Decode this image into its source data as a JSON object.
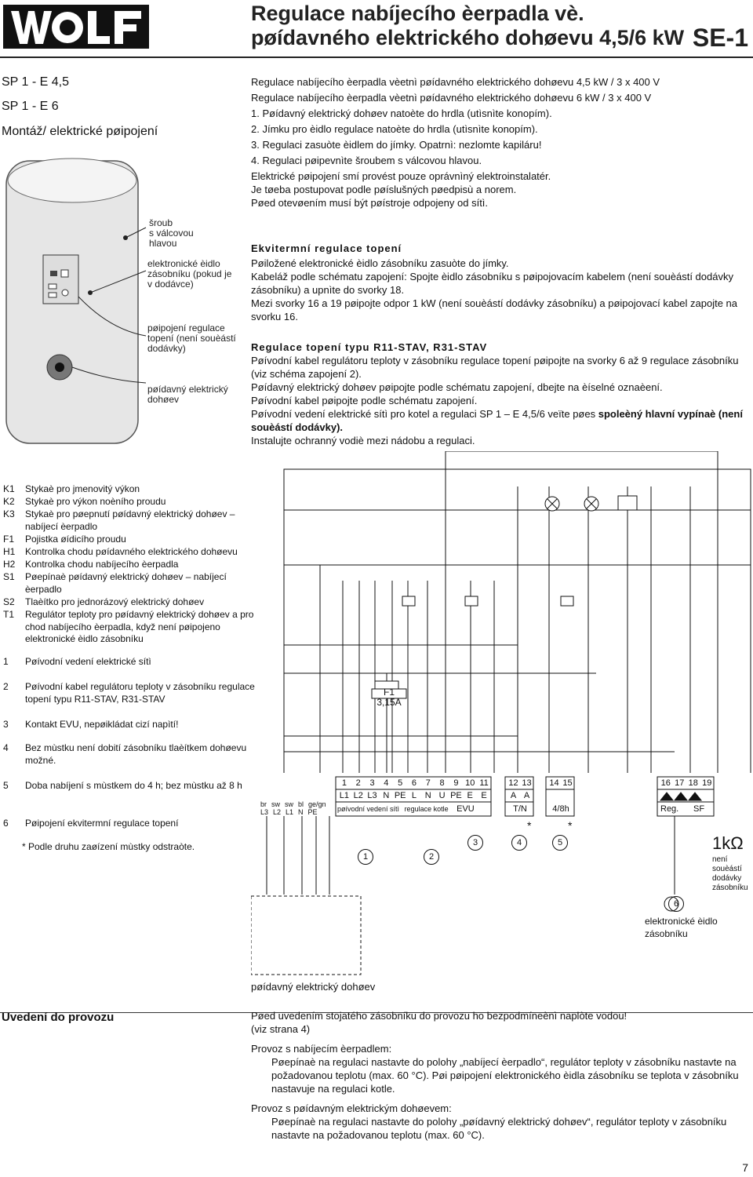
{
  "header": {
    "title_line1": "Regulace nabíjecího èerpadla vè.",
    "title_line2": "pøídavného elektrického dohøevu 4,5/6 kW",
    "doc_code": "SE-1"
  },
  "left_headings": [
    "SP 1 - E 4,5",
    "SP 1 - E 6",
    "Montáž/ elektrické pøipojení"
  ],
  "tank_labels": {
    "screw": [
      "šroub",
      "s válcovou",
      "hlavou"
    ],
    "sensor": [
      "elektronické èidlo",
      "zásobníku (pokud je",
      "v dodávce)"
    ],
    "control": [
      "pøipojení regulace",
      "topení (není souèástí",
      "dodávky)"
    ],
    "heater": [
      "pøídavný elektrický",
      "dohøev"
    ]
  },
  "intro": [
    "Regulace nabíjecího èerpadla vèetnì pøídavného elektrického dohøevu 4,5 kW / 3 x 400 V",
    "Regulace nabíjecího èerpadla vèetnì pøídavného elektrického dohøevu      6 kW / 3 x 400 V",
    "1. Pøídavný elektrický dohøev natoète do hrdla (utìsnìte konopím).",
    "2. Jímku pro èidlo regulace natoète do hrdla (utìsnìte konopím).",
    "3. Regulaci zasuòte èidlem do jímky. Opatrnì: nezlomte kapiláru!",
    "4. Regulaci pøipevnìte šroubem s válcovou hlavou.",
    "Elektrické pøipojení smí provést pouze oprávnìný elektroinstalatér.",
    "Je tøeba postupovat podle pøíslušných pøedpisù a norem.",
    "Pøed otevøením musí být pøístroje odpojeny od sítì."
  ],
  "ekviterm": {
    "heading": "Ekvitermní regulace topení",
    "p1": "Pøiložené elektronické èidlo zásobníku zasuòte do jímky.",
    "p2": "Kabeláž podle schématu zapojení: Spojte èidlo zásobníku s pøipojovacím kabelem (není souèástí dodávky zásobníku) a upnìte do svorky 18.",
    "p3": "Mezi svorky 16 a 19 pøipojte odpor 1 kW (není souèástí dodávky zásobníku) a pøipojovací kabel zapojte na svorku 16."
  },
  "stav": {
    "heading": "Regulace topení typu R11-STAV, R31-STAV",
    "p1": "Pøívodní kabel regulátoru teploty v zásobníku regulace topení pøipojte na svorky 6 až 9 regulace zásobníku (viz schéma zapojení 2).",
    "p2": "Pøídavný elektrický dohøev pøipojte podle schématu zapojení, dbejte na èíselné oznaèení.",
    "p3": "Pøívodní kabel pøipojte podle schématu zapojení.",
    "p4_a": "Pøívodní vedení elektrické sítì pro kotel a regulaci SP 1 – E 4,5/6 veïte pøes ",
    "p4_b": "spoleèný hlavní vypínaè (není souèástí dodávky).",
    "p5": "Instalujte ochranný vodiè mezi nádobu a regulaci."
  },
  "legend": [
    {
      "k": "K1",
      "t": "Stykaè pro jmenovitý výkon"
    },
    {
      "k": "K2",
      "t": "Stykaè pro výkon noèního proudu"
    },
    {
      "k": "K3",
      "t": "Stykaè pro pøepnutí pøídavný elektrický dohøev – nabíjecí èerpadlo"
    },
    {
      "k": "F1",
      "t": "Pojistka øídicího proudu"
    },
    {
      "k": "H1",
      "t": "Kontrolka chodu pøídavného elektrického dohøevu"
    },
    {
      "k": "H2",
      "t": "Kontrolka chodu nabíjecího èerpadla"
    },
    {
      "k": "S1",
      "t": "Pøepínaè pøídavný elektrický dohøev – nabíjecí èerpadlo"
    },
    {
      "k": "S2",
      "t": "Tlaèítko pro jednorázový elektrický dohøev"
    },
    {
      "k": "T1",
      "t": "Regulátor teploty pro pøídavný elektrický dohøev a pro chod nabíjecího èerpadla, když není pøipojeno elektronické èidlo zásobníku"
    }
  ],
  "notes": [
    {
      "k": "1",
      "t": "Pøívodní vedení elektrické sítì"
    },
    {
      "k": "2",
      "t": "Pøívodní kabel regulátoru teploty v zásobníku regulace topení typu R11-STAV, R31-STAV"
    },
    {
      "k": "3",
      "t": "Kontakt EVU, nepøikládat cizí napìtí!"
    },
    {
      "k": "4",
      "t": "Bez mùstku není dobití zásobníku tlaèítkem dohøevu možné."
    },
    {
      "k": "5",
      "t": "Doba nabíjení s mùstkem do 4 h; bez mùstku až 8 h"
    },
    {
      "k": "6",
      "t": "Pøipojení ekvitermní regulace topení"
    }
  ],
  "footnote": "* Podle druhu zaøízení mùstky odstraòte.",
  "diagram": {
    "terminals_main": [
      "1",
      "2",
      "3",
      "4",
      "5",
      "6",
      "7",
      "8",
      "9",
      "10",
      "11"
    ],
    "terminals_main_row2": [
      "L1",
      "L2",
      "L3",
      "N",
      "PE",
      "L",
      "N",
      "U",
      "PE",
      "E",
      "E"
    ],
    "terminal_caption_a": "pøívodní vedení sítì",
    "terminal_caption_b": "regulace kotle",
    "terminal_caption_evu": "EVU",
    "t12_13": [
      "12",
      "13"
    ],
    "t12_13_row2": [
      "A",
      "A"
    ],
    "tn": "T/N",
    "t14_15": [
      "14",
      "15"
    ],
    "t4h": "4/8h",
    "t16_19": [
      "16",
      "17",
      "18",
      "19"
    ],
    "reg": "Reg.",
    "sf": "SF",
    "fuse": "F1",
    "fuse_rating": "3,15A",
    "heater_wires": [
      "br",
      "sw",
      "sw",
      "bl",
      "ge/gn"
    ],
    "heater_wires_row2": [
      "L3",
      "L2",
      "L1",
      "N",
      "PE"
    ],
    "resistor": "1kΩ",
    "resistor_note": [
      "není",
      "souèástí",
      "dodávky",
      "zásobníku"
    ],
    "sensor_caption": [
      "elektronické èidlo",
      "zásobníku"
    ],
    "heater_caption": "pøídavný elektrický dohøev",
    "circled": [
      "1",
      "2",
      "3",
      "4",
      "5",
      "6"
    ],
    "star": "*"
  },
  "commissioning": {
    "heading": "Uvedení do provozu",
    "p1": "Pøed uvedením stojatého zásobníku do provozu ho bezpodmíneènì naplòte vodou!",
    "p1b": "(viz strana 4)",
    "h2": "Provoz s nabíjecím èerpadlem:",
    "p2": "Pøepínaè na regulaci nastavte do polohy „nabíjecí èerpadlo“, regulátor teploty v zásobníku nastavte na požadovanou teplotu (max. 60 °C). Pøi pøipojení elektronického èidla zásobníku se teplota v zásobníku nastavuje na regulaci kotle.",
    "h3": "Provoz s pøídavným elektrickým dohøevem:",
    "p3": "Pøepínaè na regulaci nastavte do polohy „pøídavný elektrický dohøev“, regulátor teploty v zásobníku nastavte na požadovanou teplotu (max. 60 °C)."
  },
  "page_number": "7"
}
